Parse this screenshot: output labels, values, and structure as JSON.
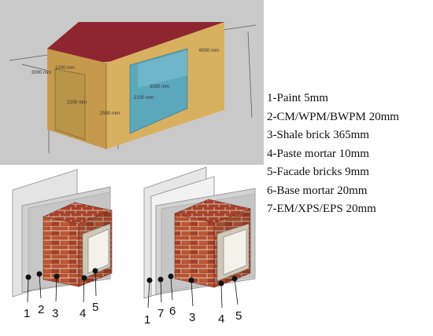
{
  "building": {
    "dims": {
      "length": "6000 mm",
      "width": "3000 mm",
      "height": "2500 mm",
      "window_width": "3000 mm",
      "window_height": "2100 mm",
      "door_width": "1200 mm",
      "door_height": "2100 mm"
    },
    "colors": {
      "roof": "#8e2630",
      "wall": "#d8b160",
      "wall_side": "#c69a4c",
      "window": "#5ba8bd",
      "door": "#b99548",
      "background": "#c9c9c9"
    }
  },
  "legend": [
    "1-Paint 5mm",
    "2-CM/WPM/BWPM 20mm",
    "3-Shale brick 365mm",
    "4-Paste mortar  10mm",
    "5-Facade bricks 9mm",
    "6-Base mortar 20mm",
    "7-EM/XPS/EPS 20mm"
  ],
  "wall_sections": [
    {
      "labels": [
        "1",
        "2",
        "3",
        "4",
        "5"
      ]
    },
    {
      "labels": [
        "1",
        "7",
        "6",
        "3",
        "4",
        "5"
      ]
    }
  ],
  "colors": {
    "brick": "#b0452c",
    "brick_dark": "#8a3320",
    "mortar": "#d8cfc2",
    "panel": "#dcdcdc"
  }
}
